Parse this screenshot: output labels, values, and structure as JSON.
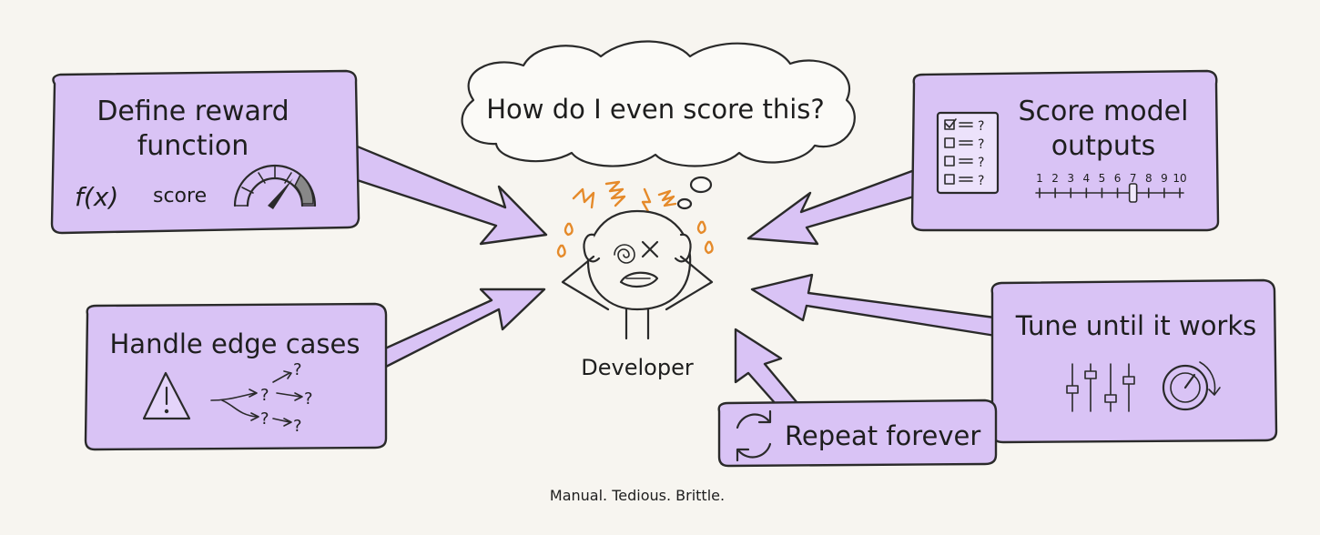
{
  "colors": {
    "background": "#f7f5f0",
    "box_fill": "#d9c3f5",
    "stroke": "#2a2a2a",
    "stress_marks": "#e58a2a"
  },
  "thought_bubble": {
    "text": "How do I even score this?"
  },
  "center": {
    "label": "Developer",
    "icon": "stressed-developer-icon"
  },
  "boxes": {
    "reward": {
      "title_line1": "Define reward",
      "title_line2": "function",
      "formula": "f(x)",
      "score_label": "score",
      "icon": "gauge-icon"
    },
    "score": {
      "title_line1": "Score model",
      "title_line2": "outputs",
      "checklist_icon": "checklist-icon",
      "scale_ticks": [
        "1",
        "2",
        "3",
        "4",
        "5",
        "6",
        "7",
        "8",
        "9",
        "10"
      ],
      "scale_value": 7
    },
    "edge": {
      "title": "Handle edge cases",
      "warning_icon": "warning-icon",
      "branch_mark": "?"
    },
    "tune": {
      "title": "Tune until it works",
      "sliders_icon": "sliders-icon",
      "dial_icon": "dial-icon"
    },
    "repeat": {
      "title": "Repeat forever",
      "icon": "refresh-icon"
    }
  },
  "footer": {
    "caption": "Manual. Tedious. Brittle."
  }
}
